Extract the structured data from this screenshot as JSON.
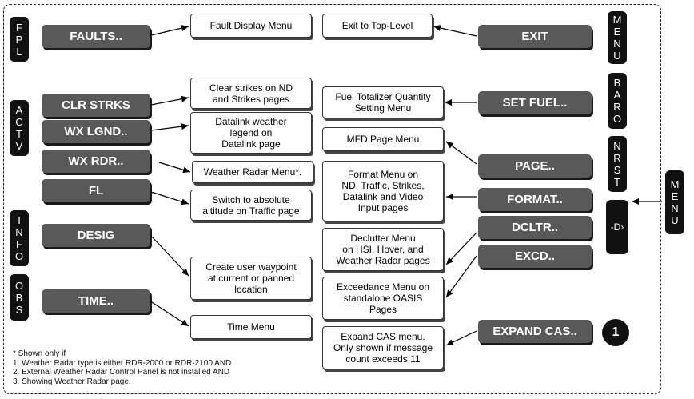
{
  "hardkeys": {
    "fpl": [
      "F",
      "P",
      "L"
    ],
    "actv": [
      "A",
      "C",
      "T",
      "V"
    ],
    "info": [
      "I",
      "N",
      "F",
      "O"
    ],
    "obs": [
      "O",
      "B",
      "S"
    ],
    "menu_right": [
      "M",
      "E",
      "N",
      "U"
    ],
    "baro": [
      "B",
      "A",
      "R",
      "O"
    ],
    "nrst": [
      "N",
      "R",
      "S",
      "T"
    ],
    "direct": "-D›",
    "menu_external": [
      "M",
      "E",
      "N",
      "U"
    ]
  },
  "softkeys": {
    "faults": "FAULTS..",
    "clr_strks": "CLR STRKS",
    "wx_lgnd": "WX LGND..",
    "wx_rdr": "WX RDR..",
    "fl": "FL",
    "desig": "DESIG",
    "time": "TIME..",
    "exit": "EXIT",
    "set_fuel": "SET FUEL..",
    "page": "PAGE..",
    "format": "FORMAT..",
    "dcltr": "DCLTR..",
    "excd": "EXCD..",
    "expand_cas": "EXPAND CAS.."
  },
  "descriptions": {
    "fault_display": [
      "Fault Display Menu"
    ],
    "clear_strikes": [
      "Clear strikes on ND",
      "and Strikes pages"
    ],
    "datalink_legend": [
      "Datalink weather",
      "legend on",
      "Datalink page"
    ],
    "weather_radar": [
      "Weather Radar Menu*."
    ],
    "absolute_altitude": [
      "Switch to absolute",
      "altitude on Traffic page"
    ],
    "user_waypoint": [
      "Create user waypoint",
      "at current or panned",
      "location"
    ],
    "time_menu": [
      "Time Menu"
    ],
    "exit_top": [
      "Exit to Top-Level"
    ],
    "fuel_totalizer": [
      "Fuel Totalizer Quantity",
      "Setting Menu"
    ],
    "mfd_page": [
      "MFD Page Menu"
    ],
    "format_menu": [
      "Format Menu on",
      "ND, Traffic, Strikes,",
      "Datalink and Video",
      "Input pages"
    ],
    "declutter": [
      "Declutter Menu",
      "on HSI, Hover, and",
      "Weather Radar pages"
    ],
    "exceedance": [
      "Exceedance Menu on",
      "standalone OASIS",
      "Pages"
    ],
    "expand_cas": [
      "Expand CAS menu.",
      "Only shown if message",
      "count exceeds 11"
    ]
  },
  "callout": "1",
  "footnote": {
    "title": "* Shown only if",
    "items": [
      "1.  Weather Radar type is either RDR-2000 or RDR-2100 AND",
      "2.  External Weather Radar Control Panel is not installed AND",
      "3.  Showing Weather Radar page."
    ]
  }
}
